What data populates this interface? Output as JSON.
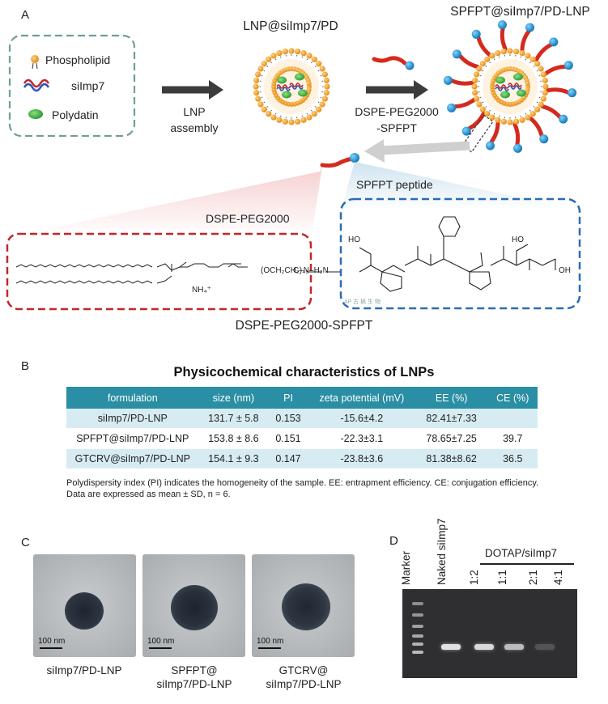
{
  "panels": {
    "a": "A",
    "b": "B",
    "c": "C",
    "d": "D"
  },
  "panel_a": {
    "legend": {
      "phospholipid": "Phospholipid",
      "siimp7": "siImp7",
      "polydatin": "Polydatin"
    },
    "arrow1_line1": "LNP",
    "arrow1_line2": "assembly",
    "lnp_title": "LNP@siImp7/PD",
    "final_title": "SPFPT@siImp7/PD-LNP",
    "arrow2_line1": "DSPE-PEG2000",
    "arrow2_line2": "-SPFPT",
    "peptide_label": "SPFPT peptide",
    "dspe_label": "DSPE-PEG2000",
    "conjugate_label": "DSPE-PEG2000-SPFPT",
    "chem": {
      "nh4": "NH₄⁺",
      "peg": "(OCH₂CH₂)₄₅",
      "amide": "C–N–H₂N",
      "oh1": "HO",
      "oh2": "HO",
      "oh3": "OH",
      "h2n": "H₂N",
      "nh": "N",
      "o": "O",
      "p": "P",
      "watermark": "AP 古 枫 生 物"
    },
    "colors": {
      "dspe_box": "#c0262b",
      "peptide_box": "#2b6cb0",
      "lipid_head": "#f0a330",
      "polydatin": "#3bb24a",
      "peg_red": "#d42a1e",
      "peptide_blue": "#1d8fd0"
    }
  },
  "panel_b": {
    "title": "Physicochemical characteristics of LNPs",
    "columns": [
      "formulation",
      "size (nm)",
      "PI",
      "zeta potential (mV)",
      "EE (%)",
      "CE (%)"
    ],
    "rows": [
      [
        "siImp7/PD-LNP",
        "131.7 ± 5.8",
        "0.153",
        "-15.6±4.2",
        "82.41±7.33",
        ""
      ],
      [
        "SPFPT@siImp7/PD-LNP",
        "153.8 ± 8.6",
        "0.151",
        "-22.3±3.1",
        "78.65±7.25",
        "39.7"
      ],
      [
        "GTCRV@siImp7/PD-LNP",
        "154.1 ± 9.3",
        "0.147",
        "-23.8±3.6",
        "81.38±8.62",
        "36.5"
      ]
    ],
    "note": "Polydispersity index (PI) indicates the homogeneity of the sample. EE: entrapment efficiency. CE: conjugation efficiency. Data are expressed as mean ± SD, n = 6."
  },
  "panel_c": {
    "scale_bar": "100 nm",
    "images": [
      {
        "caption_line1": "siImp7/PD-LNP",
        "caption_line2": ""
      },
      {
        "caption_line1": "SPFPT@",
        "caption_line2": "siImp7/PD-LNP"
      },
      {
        "caption_line1": "GTCRV@",
        "caption_line2": "siImp7/PD-LNP"
      }
    ]
  },
  "panel_d": {
    "group_label": "DOTAP/siImp7",
    "lanes": [
      "Marker",
      "Naked siImp7",
      "1:2",
      "1:1",
      "2:1",
      "4:1"
    ],
    "band_intensity": [
      1.0,
      0.95,
      0.9,
      0.75,
      0.2,
      0.0
    ]
  }
}
